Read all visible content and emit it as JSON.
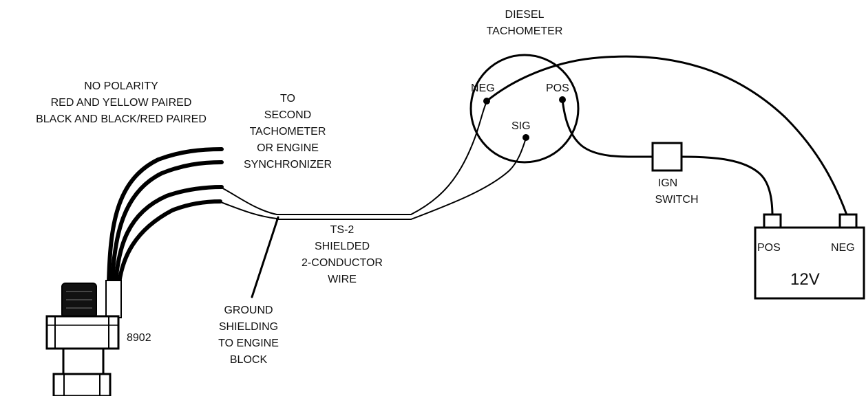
{
  "labels": {
    "no_polarity": [
      "NO POLARITY",
      "RED AND YELLOW PAIRED",
      "BLACK AND BLACK/RED PAIRED"
    ],
    "second_tach": [
      "TO",
      "SECOND",
      "TACHOMETER",
      "OR ENGINE",
      "SYNCHRONIZER"
    ],
    "diesel_tach": [
      "DIESEL",
      "TACHOMETER"
    ],
    "wire_type": [
      "TS-2",
      "SHIELDED",
      "2-CONDUCTOR",
      "WIRE"
    ],
    "ground": [
      "GROUND",
      "SHIELDING",
      "TO ENGINE",
      "BLOCK"
    ],
    "ign_switch": [
      "IGN",
      "SWITCH"
    ],
    "sender_part": "8902"
  },
  "tachometer": {
    "neg": "NEG",
    "pos": "POS",
    "sig": "SIG"
  },
  "battery": {
    "pos": "POS",
    "neg": "NEG",
    "voltage": "12V"
  }
}
